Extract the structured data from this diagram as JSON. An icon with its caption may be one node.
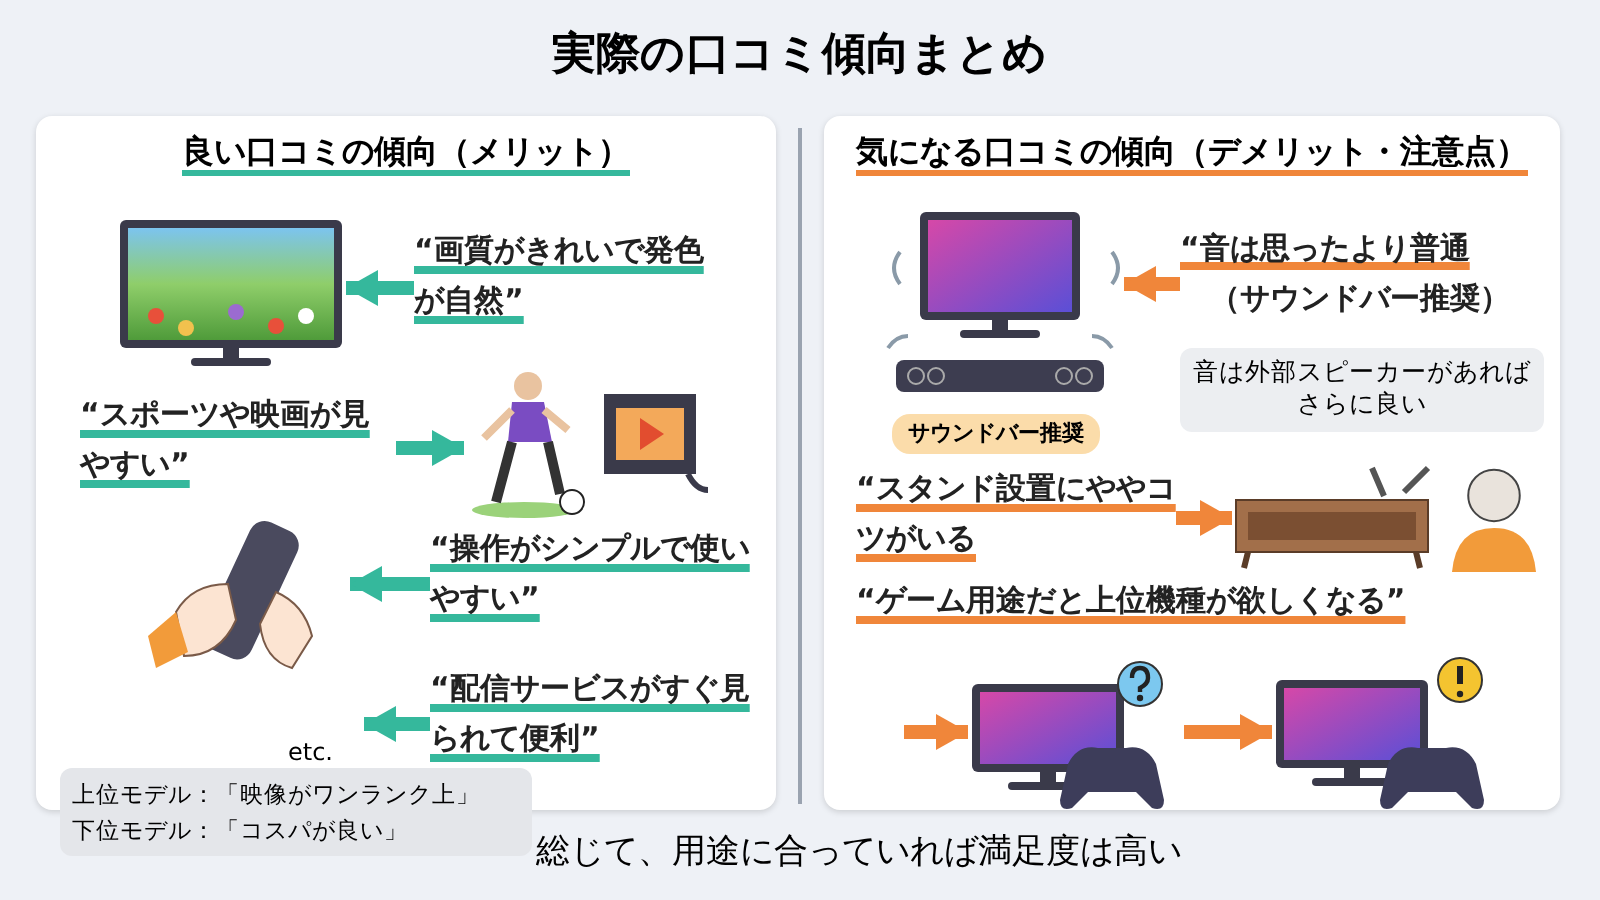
{
  "diagram": {
    "title": "実際の口コミ傾向まとめ",
    "caption": "総じて、用途に合っていれば満足度は高い",
    "nodes": [
      {
        "text": [
          "良い口コミの傾向（メリット）"
        ]
      },
      {
        "text": [],
        "shape": "picture",
        "in": 0
      },
      {
        "text": [
          "“画質がきれいで発色が自然”"
        ],
        "in": 0
      },
      {
        "text": [
          "“スポーツや映画が見やすい”"
        ],
        "in": 0
      },
      {
        "text": [],
        "shape": "picture",
        "in": 0
      },
      {
        "text": [],
        "shape": "picture",
        "in": 0
      },
      {
        "text": [],
        "shape": "picture",
        "in": 0
      },
      {
        "text": [
          "“操作がシンプルで使いやすい”"
        ],
        "in": 0
      },
      {
        "text": [
          "etc."
        ],
        "in": 0
      },
      {
        "text": [
          "“配信サービスがすぐ見られて便利”"
        ],
        "in": 0
      },
      {
        "text": [
          "気になる口コミの傾向（デメリット・注意点）"
        ]
      },
      {
        "text": [],
        "shape": "picture",
        "in": 10
      },
      {
        "text": [
          "“音は思ったより普通",
          "（サウンドバー推奨）"
        ],
        "in": 10
      },
      {
        "text": [
          "音は外部スピーカーがあればさらに良い"
        ],
        "in": 10
      },
      {
        "text": [
          "サウンドバー推奨"
        ],
        "in": 10
      },
      {
        "text": [
          "“スタンド設置にややコツがいる"
        ],
        "in": 10
      },
      {
        "text": [],
        "shape": "picture",
        "in": 10
      },
      {
        "text": [],
        "shape": "person",
        "in": 10
      },
      {
        "text": [
          "“ゲーム用途だと上位機種が欲しくなる”"
        ],
        "in": 10
      },
      {
        "text": [],
        "shape": "picture",
        "in": 10
      },
      {
        "text": [],
        "shape": "picture",
        "in": 10
      },
      {
        "text": [
          "上位モデル：「映像がワンランク上」",
          "下位モデル：「コスパが良い」"
        ]
      }
    ],
    "edges": [
      {
        "from": 2,
        "to": 1,
        "arrow": "to",
        "color": "#35b89c"
      },
      {
        "from": 3,
        "to": 4,
        "arrow": "to",
        "color": "#35b89c"
      },
      {
        "from": 7,
        "to": 6,
        "arrow": "to",
        "color": "#35b89c"
      },
      {
        "from": 9,
        "to": 8,
        "arrow": "to",
        "color": "#35b89c"
      },
      {
        "from": 12,
        "to": 11,
        "arrow": "to",
        "color": "#f0863a"
      },
      {
        "from": 15,
        "to": 16,
        "arrow": "to",
        "color": "#f0863a"
      },
      {
        "from": null,
        "to": 19,
        "arrow": "to",
        "color": "#f0863a"
      },
      {
        "from": 19,
        "to": 20,
        "arrow": "to",
        "color": "#f0863a"
      }
    ]
  }
}
